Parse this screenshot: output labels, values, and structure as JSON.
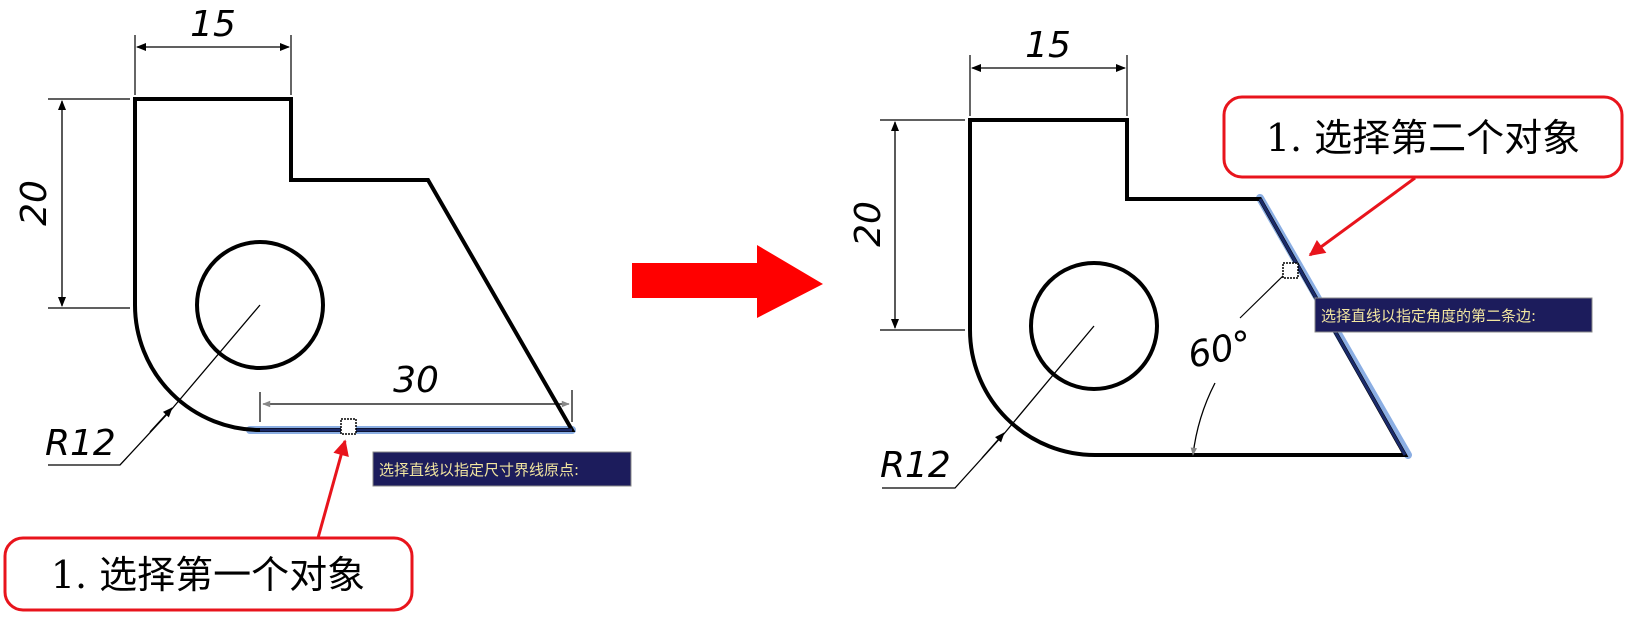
{
  "colors": {
    "outline": "#000000",
    "highlight": "#7fa6e0",
    "callout_border": "#e8141c",
    "arrow": "#ff0000",
    "tooltip_bg": "#1c1c5c",
    "tooltip_text": "#f2e6a0"
  },
  "left_panel": {
    "dim_width": "15",
    "dim_height": "20",
    "dim_base": "30",
    "radius_label": "R12",
    "tooltip": "选择直线以指定尺寸界线原点:",
    "callout": "1. 选择第一个对象"
  },
  "transition_icon": "right-arrow-icon",
  "right_panel": {
    "dim_width": "15",
    "dim_height": "20",
    "angle_label": "60°",
    "radius_label": "R12",
    "tooltip": "选择直线以指定角度的第二条边:",
    "callout": "1. 选择第二个对象"
  }
}
